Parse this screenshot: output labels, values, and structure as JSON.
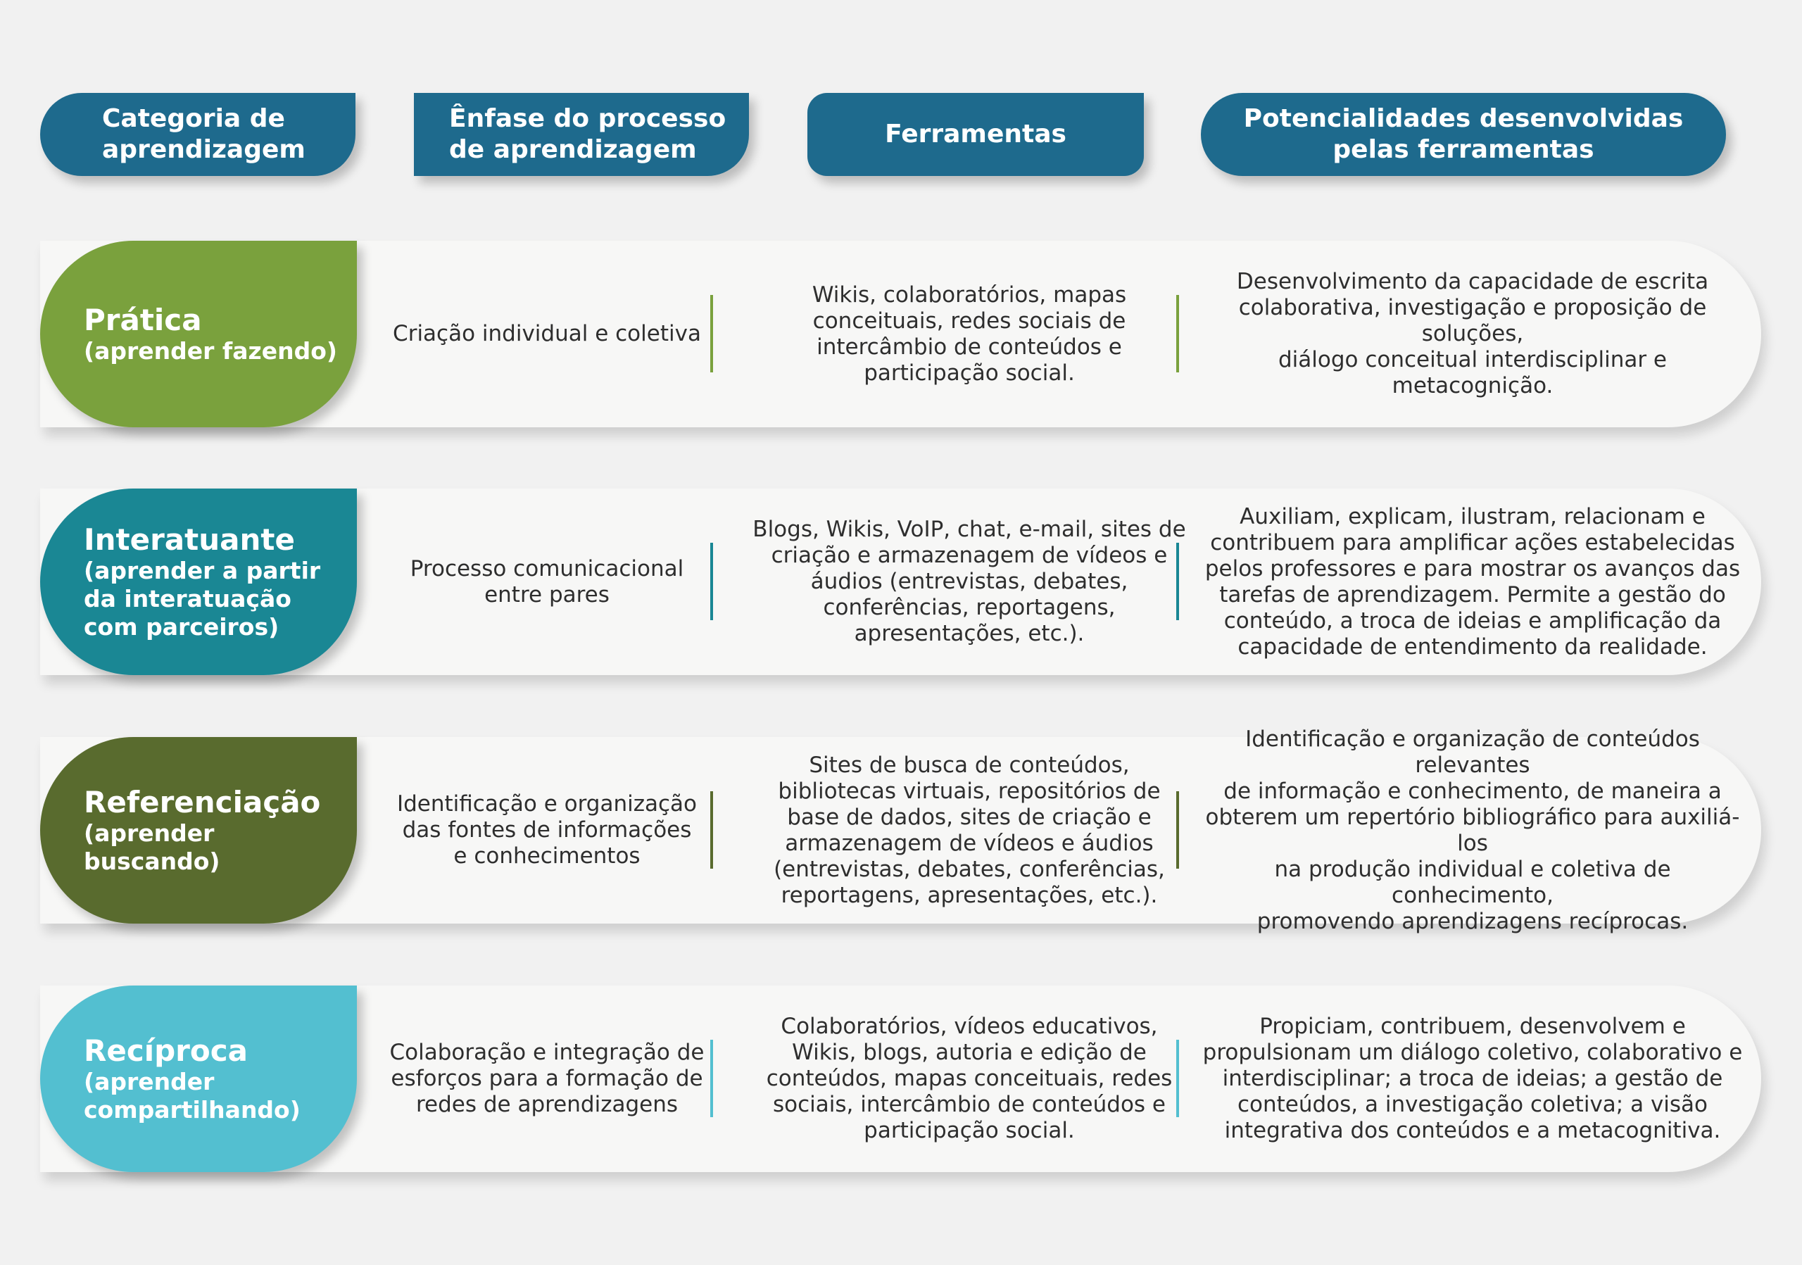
{
  "headers": [
    "Categoria de\naprendizagem",
    "Ênfase do processo\nde aprendizagem",
    "Ferramentas",
    "Potencialidades desenvolvidas\npelas ferramentas"
  ],
  "colors": {
    "header": "#1e6a8d",
    "pratica": "#7aa13d",
    "interatuante": "#1a8794",
    "referenciacao": "#596b2e",
    "reciproca": "#53bfd0"
  },
  "rows": [
    {
      "title": "Prática",
      "subtitle": "(aprender fazendo)",
      "enfase": "Criação individual e coletiva",
      "ferramentas": "Wikis, colaboratórios, mapas\nconceituais, redes sociais de\nintercâmbio de conteúdos e\nparticipação social.",
      "potencialidades": "Desenvolvimento da capacidade de escrita\ncolaborativa, investigação e proposição de soluções,\ndiálogo conceitual interdisciplinar e metacognição."
    },
    {
      "title": "Interatuante",
      "subtitle": "(aprender a partir\nda interatuação\ncom parceiros)",
      "enfase": "Processo comunicacional\nentre pares",
      "ferramentas": "Blogs, Wikis, VoIP, chat, e-mail, sites de\ncriação e armazenagem de vídeos e\náudios (entrevistas, debates,\nconferências, reportagens,\napresentações, etc.).",
      "potencialidades": "Auxiliam, explicam, ilustram, relacionam e\ncontribuem para amplificar ações estabelecidas\npelos professores e para mostrar os avanços das\ntarefas de aprendizagem. Permite a gestão do\nconteúdo, a troca de ideias e amplificação da\ncapacidade de entendimento da realidade."
    },
    {
      "title": "Referenciação",
      "subtitle": "(aprender buscando)",
      "enfase": "Identificação e organização\ndas fontes de informações\ne conhecimentos",
      "ferramentas": "Sites de busca de conteúdos,\nbibliotecas virtuais, repositórios de\nbase de dados, sites de criação e\narmazenagem de vídeos e áudios\n(entrevistas, debates, conferências,\nreportagens, apresentações, etc.).",
      "potencialidades": "Identificação e organização de conteúdos relevantes\nde informação e conhecimento, de maneira a\nobterem um repertório bibliográfico para auxiliá-los\nna produção individual e coletiva de conhecimento,\npromovendo aprendizagens recíprocas."
    },
    {
      "title": "Recíproca",
      "subtitle": "(aprender\ncompartilhando)",
      "enfase": "Colaboração e integração de\nesforços para a formação de\nredes de aprendizagens",
      "ferramentas": "Colaboratórios, vídeos educativos,\nWikis, blogs, autoria e edição de\nconteúdos, mapas conceituais, redes\nsociais, intercâmbio de conteúdos e\nparticipação social.",
      "potencialidades": "Propiciam, contribuem, desenvolvem e\npropulsionam um diálogo coletivo, colaborativo e\ninterdisciplinar; a troca de ideias; a gestão de\nconteúdos, a investigação coletiva; a visão\nintegrativa dos conteúdos e a metacognitiva."
    }
  ]
}
